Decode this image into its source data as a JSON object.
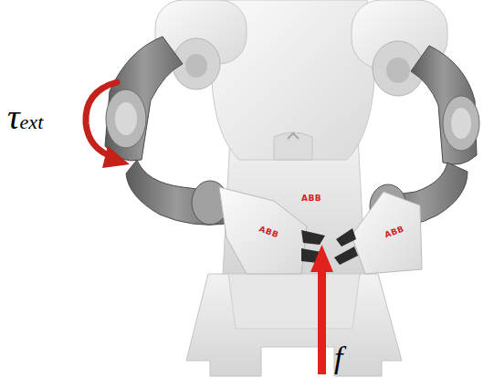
{
  "diagram": {
    "labels": [
      "τext",
      "ABB",
      "ABB",
      "ABB",
      "f"
    ]
  }
}
